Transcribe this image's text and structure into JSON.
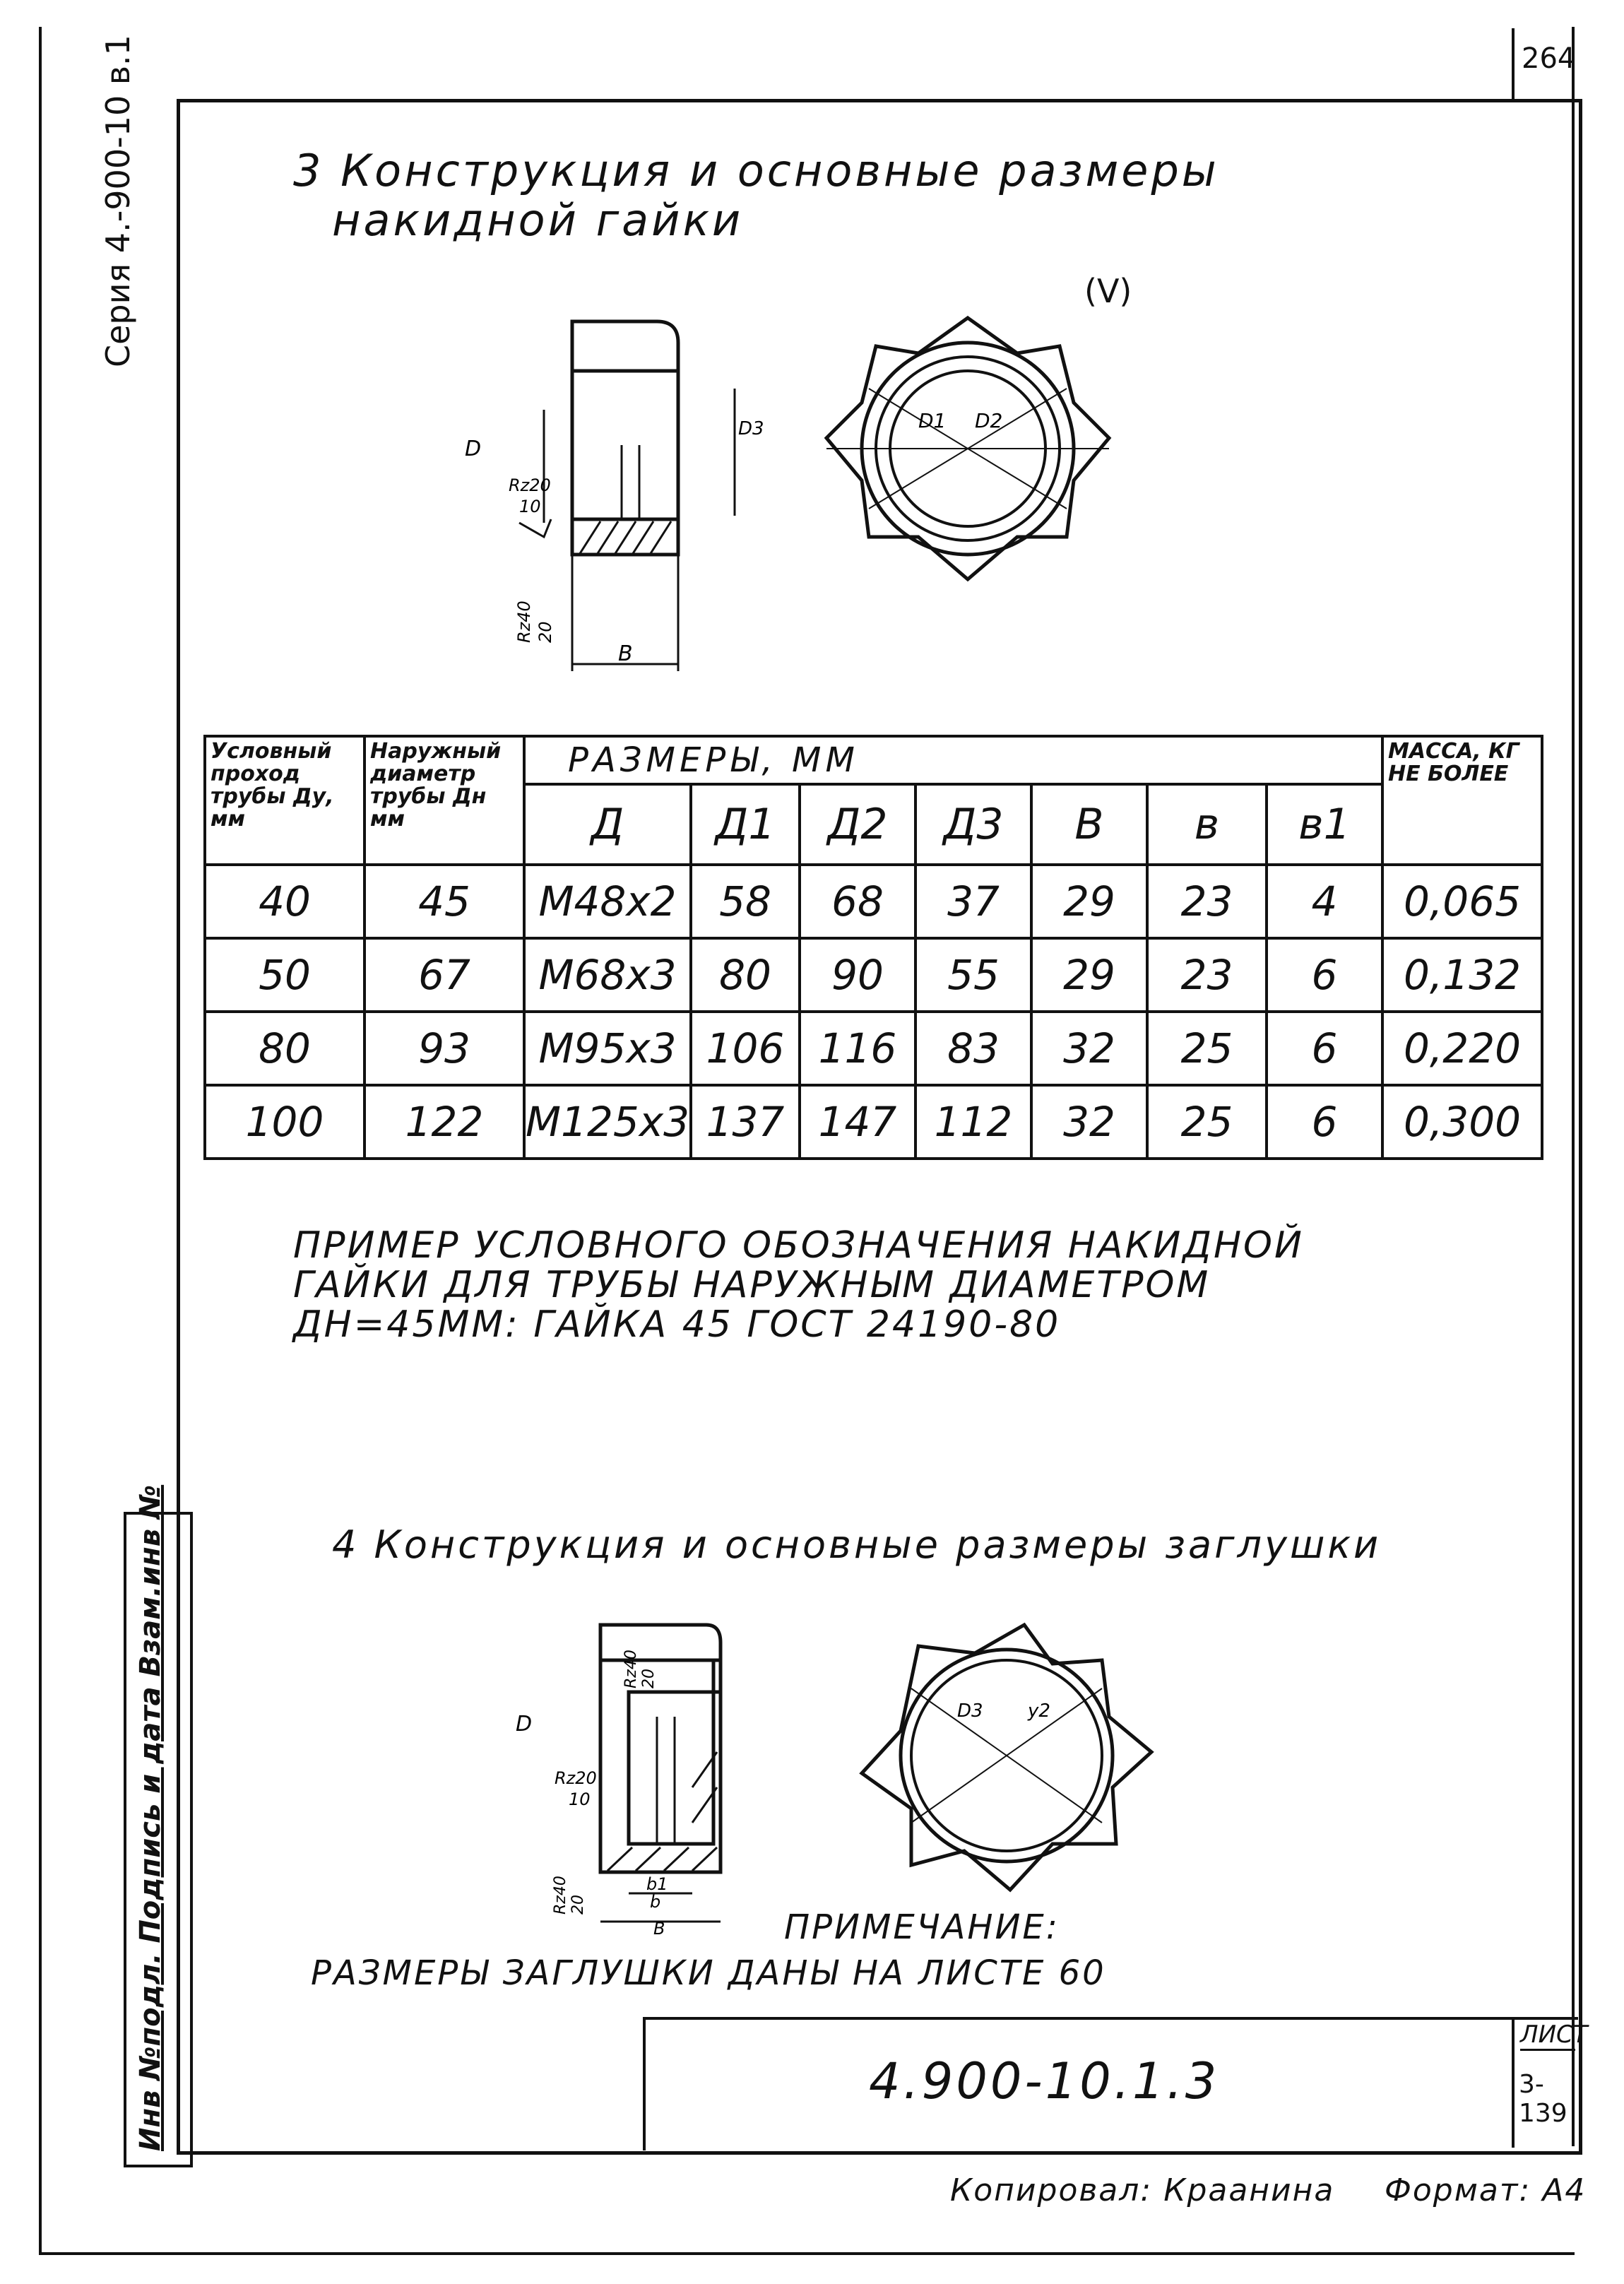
{
  "sheet_number": "264",
  "series": "Серия 4.-900-10 в.1",
  "section3_title_line1": "3 Конструкция и основные размеры",
  "section3_title_line2": "накидной гайки",
  "view_mark": "(V)",
  "drawing1_labels": {
    "d": "D",
    "d3": "D3",
    "rz20": "Rz20",
    "ten": "10",
    "rz40": "Rz40",
    "twenty": "20",
    "b": "B",
    "d1": "D1",
    "d2": "D2"
  },
  "table": {
    "col_headers": {
      "nominal": "Условный проход трубы Ду, мм",
      "outer": "Наружный диаметр трубы Дн мм",
      "dims_group": "РАЗМЕРЫ, ММ",
      "mass": "МАССА, КГ НЕ БОЛЕЕ"
    },
    "sub_headers": [
      "Д",
      "Д1",
      "Д2",
      "Д3",
      "В",
      "в",
      "в1"
    ],
    "rows": [
      [
        "40",
        "45",
        "М48х2",
        "58",
        "68",
        "37",
        "29",
        "23",
        "4",
        "0,065"
      ],
      [
        "50",
        "67",
        "М68х3",
        "80",
        "90",
        "55",
        "29",
        "23",
        "6",
        "0,132"
      ],
      [
        "80",
        "93",
        "М95х3",
        "106",
        "116",
        "83",
        "32",
        "25",
        "6",
        "0,220"
      ],
      [
        "100",
        "122",
        "М125х3",
        "137",
        "147",
        "112",
        "32",
        "25",
        "6",
        "0,300"
      ]
    ]
  },
  "example_lines": [
    "ПРИМЕР УСЛОВНОГО ОБОЗНАЧЕНИЯ НАКИДНОЙ",
    "ГАЙКИ ДЛЯ ТРУБЫ НАРУЖНЫМ ДИАМЕТРОМ",
    "ДН=45ММ: ГАЙКА 45 ГОСТ 24190-80"
  ],
  "section4_title": "4 Конструкция и основные размеры заглушки",
  "drawing2_labels": {
    "d": "D",
    "rz40": "Rz40",
    "twenty": "20",
    "rz20": "Rz20",
    "ten": "10",
    "b1": "b1",
    "b": "b",
    "bb": "B",
    "d3": "D3",
    "y2": "y2"
  },
  "note_head": "ПРИМЕЧАНИЕ:",
  "note_body": "РАЗМЕРЫ ЗАГЛУШКИ ДАНЫ НА ЛИСТЕ 60",
  "doc_code": "4.900-10.1.3",
  "list_label": "ЛИСТ",
  "list_number": "3-139",
  "copied": "Копировал: Краанина",
  "format": "Формат: А4",
  "stamp_col": "Инв №подл. Подпись и дата Взам.инв №"
}
